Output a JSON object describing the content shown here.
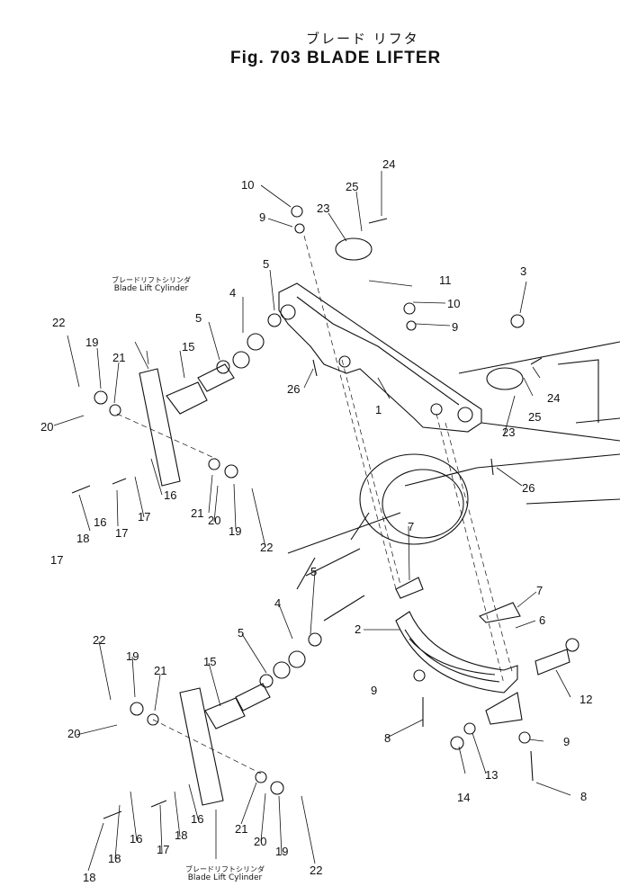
{
  "title": {
    "jp": "ブレード リフタ",
    "en": "Fig. 703 BLADE LIFTER"
  },
  "callouts": {
    "top": {
      "jp": "ブレードリフトシリンダ",
      "en": "Blade Lift Cylinder"
    },
    "bottom": {
      "jp": "ブレードリフトシリンダ",
      "en": "Blade Lift Cylinder"
    }
  },
  "part_numbers": [
    "1",
    "2",
    "3",
    "4",
    "4",
    "5",
    "5",
    "5",
    "5",
    "6",
    "7",
    "7",
    "8",
    "8",
    "9",
    "9",
    "9",
    "9",
    "10",
    "10",
    "11",
    "12",
    "13",
    "14",
    "15",
    "15",
    "16",
    "16",
    "16",
    "16",
    "17",
    "17",
    "17",
    "17",
    "18",
    "18",
    "18",
    "18",
    "19",
    "19",
    "19",
    "19",
    "20",
    "20",
    "20",
    "20",
    "21",
    "21",
    "21",
    "21",
    "22",
    "22",
    "22",
    "22",
    "23",
    "23",
    "24",
    "24",
    "25",
    "25",
    "26",
    "26"
  ]
}
